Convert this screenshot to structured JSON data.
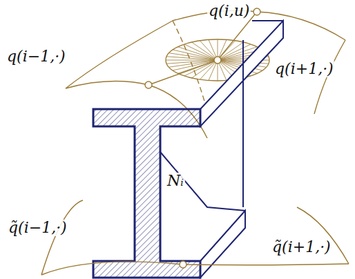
{
  "diagram": {
    "labels": [
      "q(i,u)",
      "q(i−1,·)",
      "q(i+1,·)",
      "Nᵢ",
      "q̃(i−1,·)",
      "q̃(i+1,·)"
    ]
  }
}
